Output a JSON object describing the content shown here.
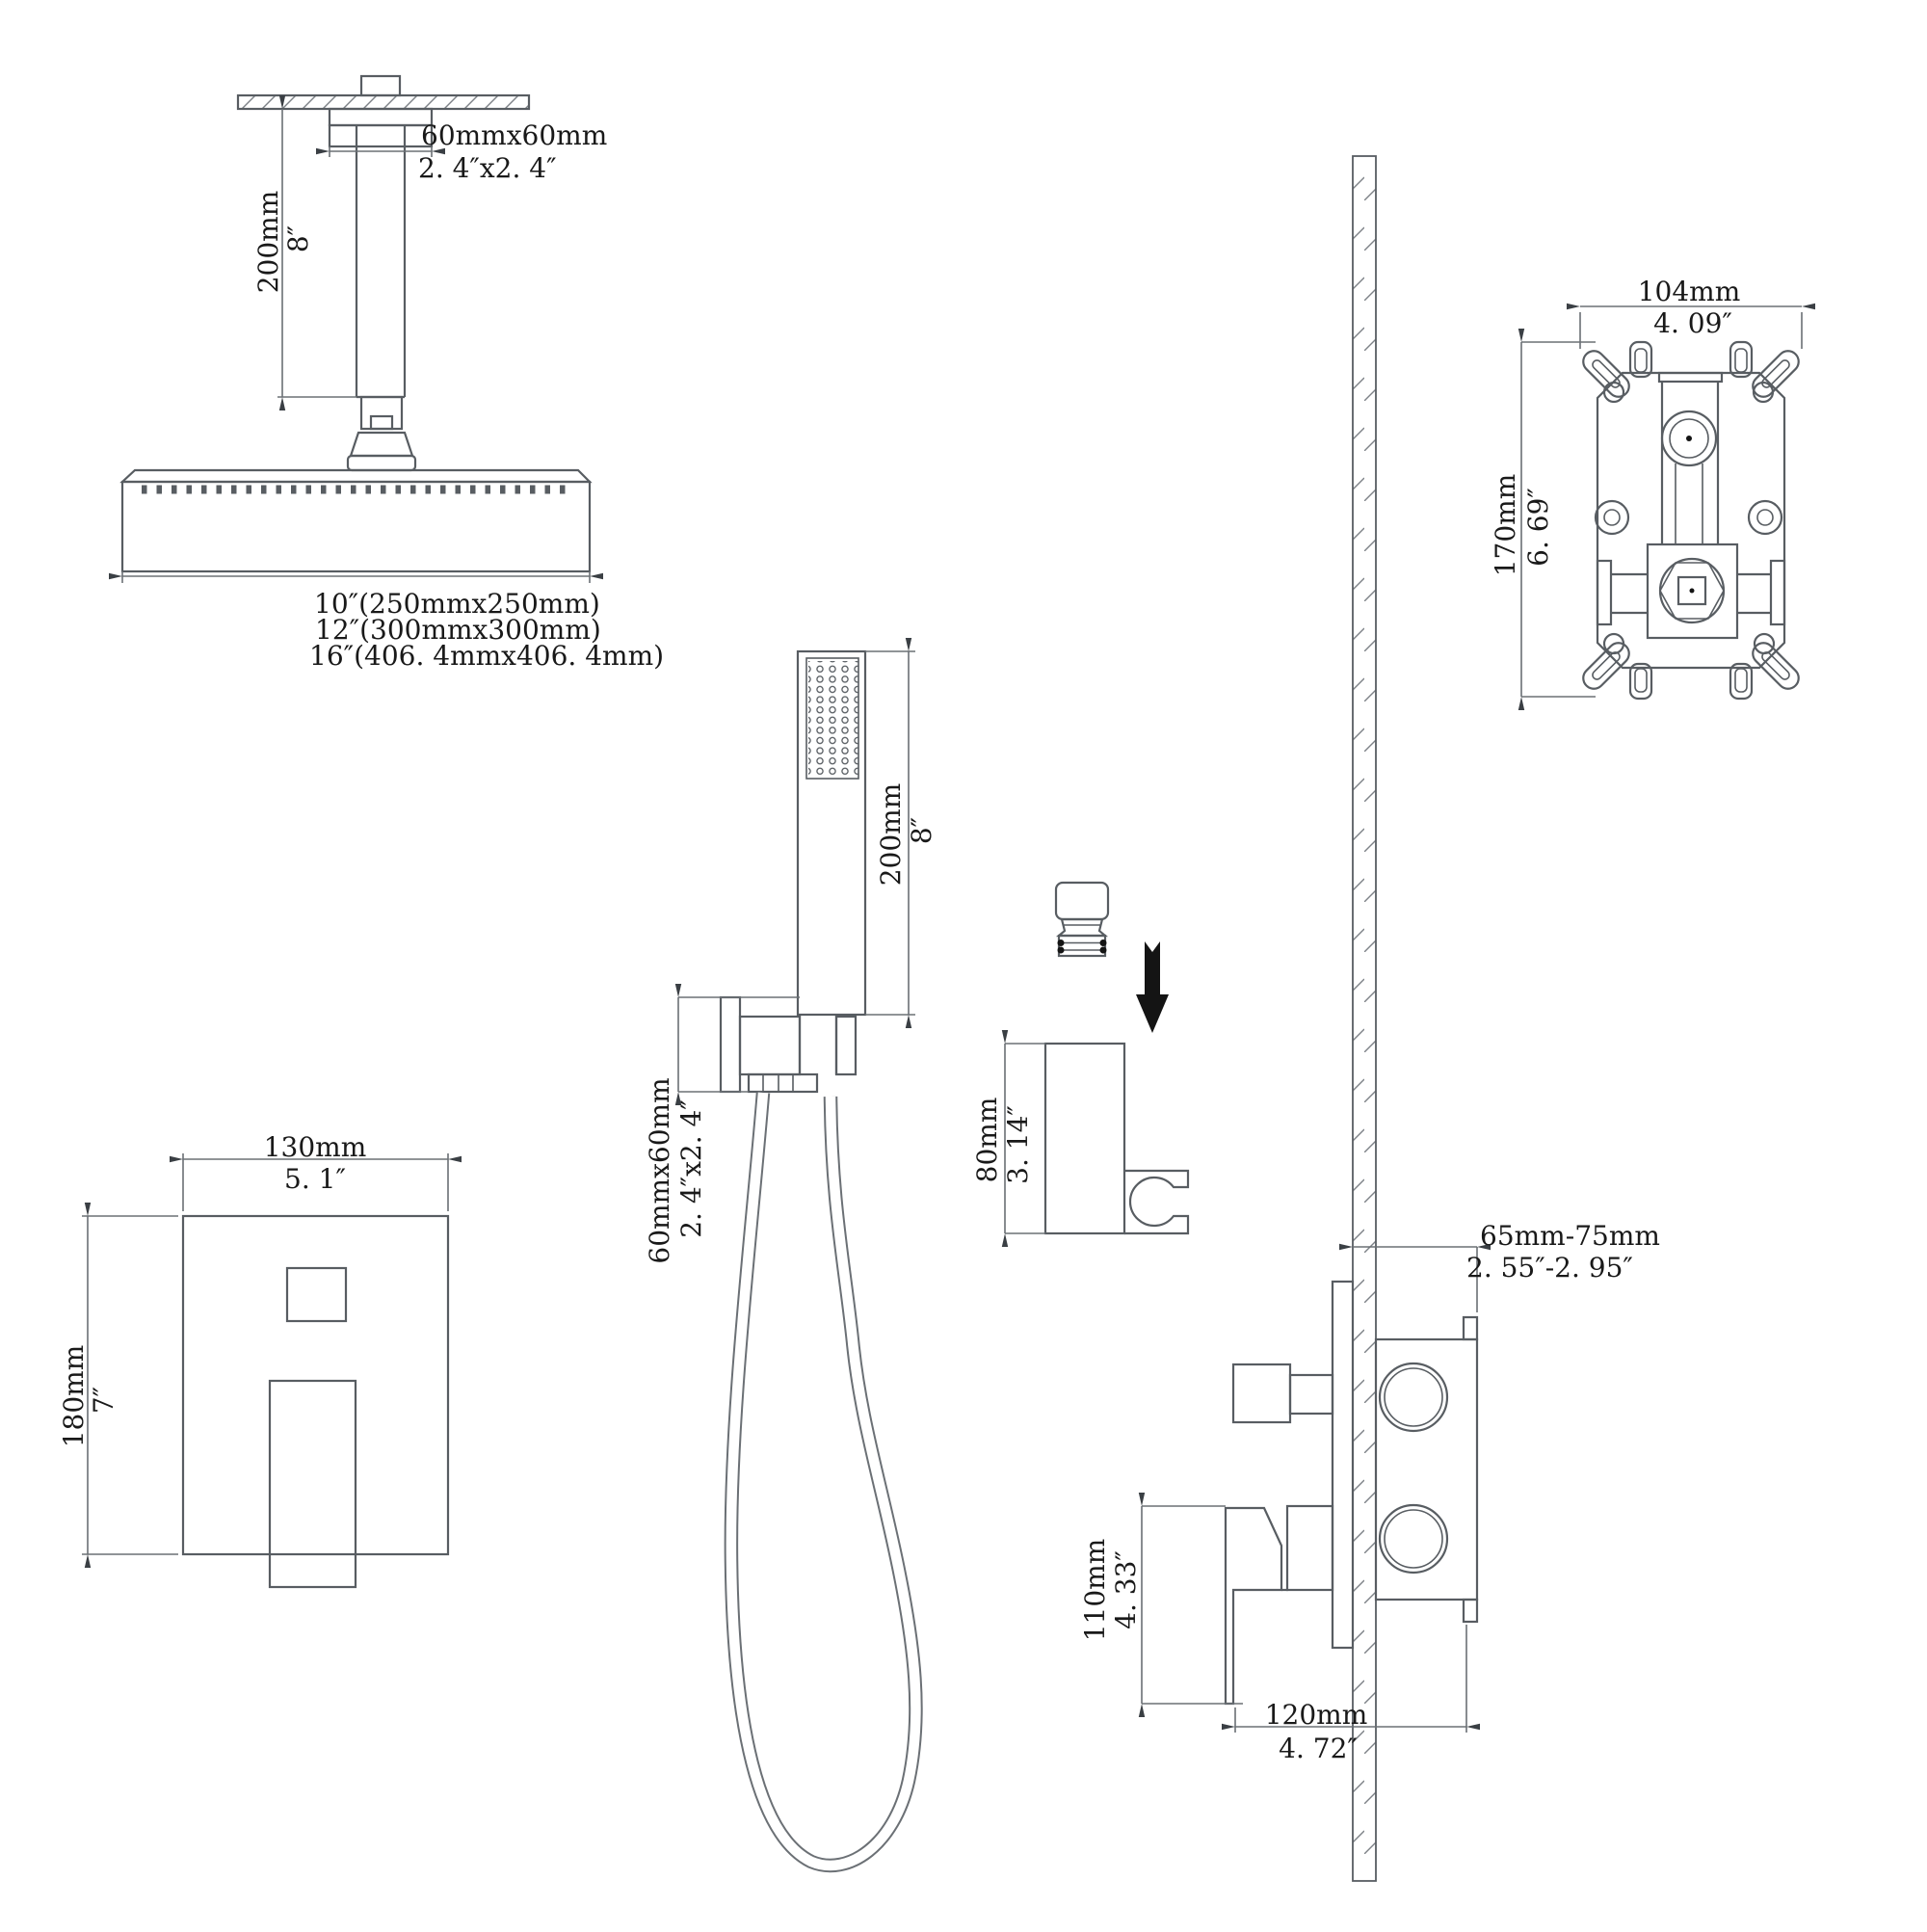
{
  "meta": {
    "type": "technical-installation-diagram",
    "subject": "Ceiling-mount rain shower system with hand shower, holder and concealed mixer valve"
  },
  "colors": {
    "line": "#585d62",
    "dim_line": "#6b7075",
    "text": "#191919",
    "arrow_fill": "#141414",
    "paper": "#ffffff"
  },
  "ceiling_shower": {
    "arm_section": "60mmx60mm",
    "arm_section_in": "2. 4″x2. 4″",
    "arm_length": "200mm",
    "arm_length_in": "8″",
    "head_sizes": [
      "10″(250mmx250mm)",
      "12″(300mmx300mm)",
      "16″(406. 4mmx406. 4mm)"
    ]
  },
  "hand_shower": {
    "wand_length": "200mm",
    "wand_length_in": "8″",
    "bracket_size": "60mmx60mm",
    "bracket_size_in": "2. 4″x2. 4″"
  },
  "holder": {
    "height": "80mm",
    "height_in": "3. 14″"
  },
  "rough_in_valve": {
    "width": "104mm",
    "width_in": "4. 09″",
    "height": "170mm",
    "height_in": "6. 69″"
  },
  "trim_plate": {
    "width": "130mm",
    "width_in": "5. 1″",
    "height": "180mm",
    "height_in": "7″"
  },
  "valve_side": {
    "wall_depth": "65mm-75mm",
    "wall_depth_in": "2. 55″-2. 95″",
    "handle_height": "110mm",
    "handle_height_in": "4. 33″",
    "base_width": "120mm",
    "base_width_in": "4. 72″"
  },
  "icons": {
    "install_arrow": "down-arrow"
  }
}
